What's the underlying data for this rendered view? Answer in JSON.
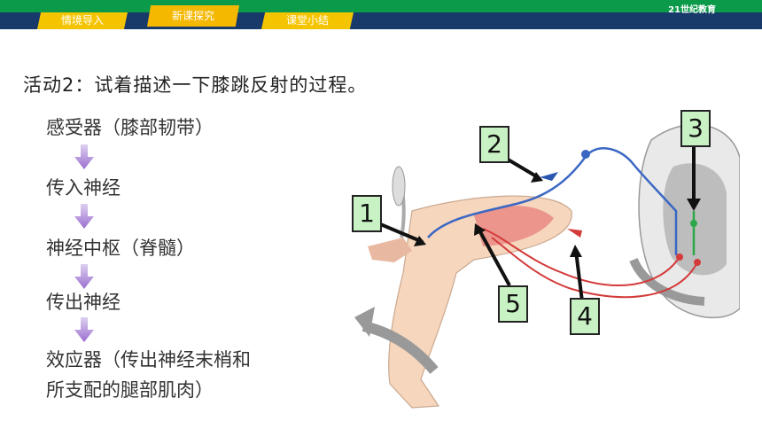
{
  "nav": {
    "tabs": [
      {
        "label": "情境导入"
      },
      {
        "label": "新课探究"
      },
      {
        "label": "课堂小结"
      }
    ],
    "brand": "21世纪教育"
  },
  "heading": "活动2：试着描述一下膝跳反射的过程。",
  "flow": [
    "感受器（膝部韧带）",
    "传入神经",
    "神经中枢（脊髓）",
    "传出神经",
    "效应器（传出神经末梢和",
    "所支配的腿部肌肉）"
  ],
  "callouts": [
    "1",
    "2",
    "3",
    "4",
    "5"
  ],
  "colors": {
    "topbar": "#0a9a4a",
    "navbar": "#173a6b",
    "tab": "#f5c400",
    "flow_arrow": "#9b6fd0",
    "callout_bg": "#c9f2c4"
  }
}
